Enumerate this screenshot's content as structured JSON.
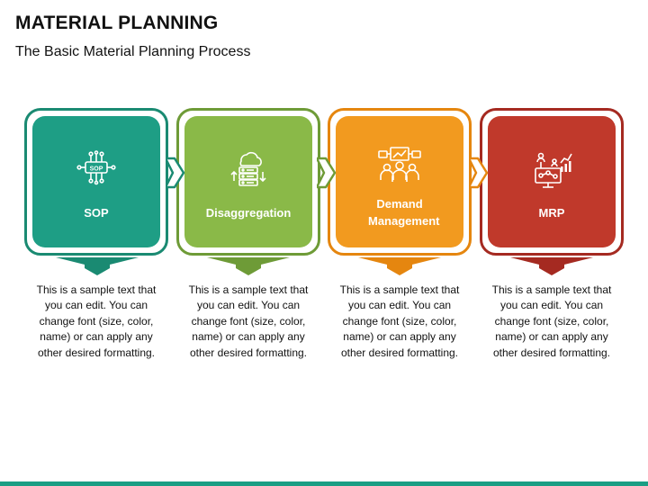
{
  "title": "MATERIAL PLANNING",
  "subtitle": "The Basic Material Planning Process",
  "steps": [
    {
      "label": "SOP",
      "color": "#1e9e85",
      "outline": "#1a8a72",
      "icon": "sop-chip-icon",
      "description": "This is a sample text that you can edit. You can change font (size, color, name) or can apply any other desired formatting."
    },
    {
      "label": "Disaggregation",
      "color": "#8ab948",
      "outline": "#6e9b37",
      "icon": "server-cloud-icon",
      "description": "This is a sample text that you can edit. You can change font (size, color, name) or can apply any other desired formatting."
    },
    {
      "label": "Demand Management",
      "color": "#f29a1f",
      "outline": "#e5860f",
      "icon": "team-chart-icon",
      "description": "This is a sample text that you can edit. You can change font (size, color, name) or can apply any other desired formatting."
    },
    {
      "label": "MRP",
      "color": "#c0392b",
      "outline": "#a52a21",
      "icon": "network-monitor-icon",
      "description": "This is a sample text that you can edit. You can change font (size, color, name) or can apply any other desired formatting."
    }
  ],
  "footer_color": "#1a9e84"
}
